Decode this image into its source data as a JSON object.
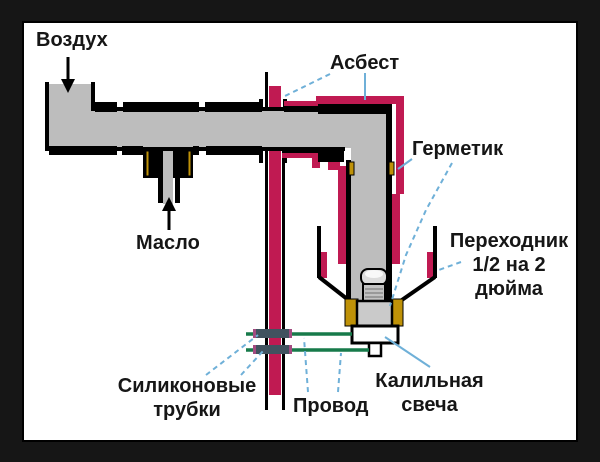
{
  "title": "Схема горелки (диаграмма)",
  "labels": {
    "air": "Воздух",
    "asbestos": "Асбест",
    "sealant": "Герметик",
    "oil": "Масло",
    "adapter_line1": "Переходник",
    "adapter_line2": "1/2 на 2",
    "adapter_line3": "дюйма",
    "silicone_line1": "Силиконовые",
    "silicone_line2": "трубки",
    "wire": "Провод",
    "plug_line1": "Калильная",
    "plug_line2": "свеча"
  },
  "colors": {
    "pipe_gray": "#bdbdbd",
    "asbestos_crimson": "#c01a52",
    "sealant_yellow": "#bf9208",
    "wire_green": "#177a4a",
    "pointer_blue": "#6fb0d8",
    "coupler_dark": "#41525f",
    "coupler_tip": "#a34b80",
    "outline_black": "#000000",
    "frame_dark": "#161616",
    "panel_white": "#ffffff"
  }
}
